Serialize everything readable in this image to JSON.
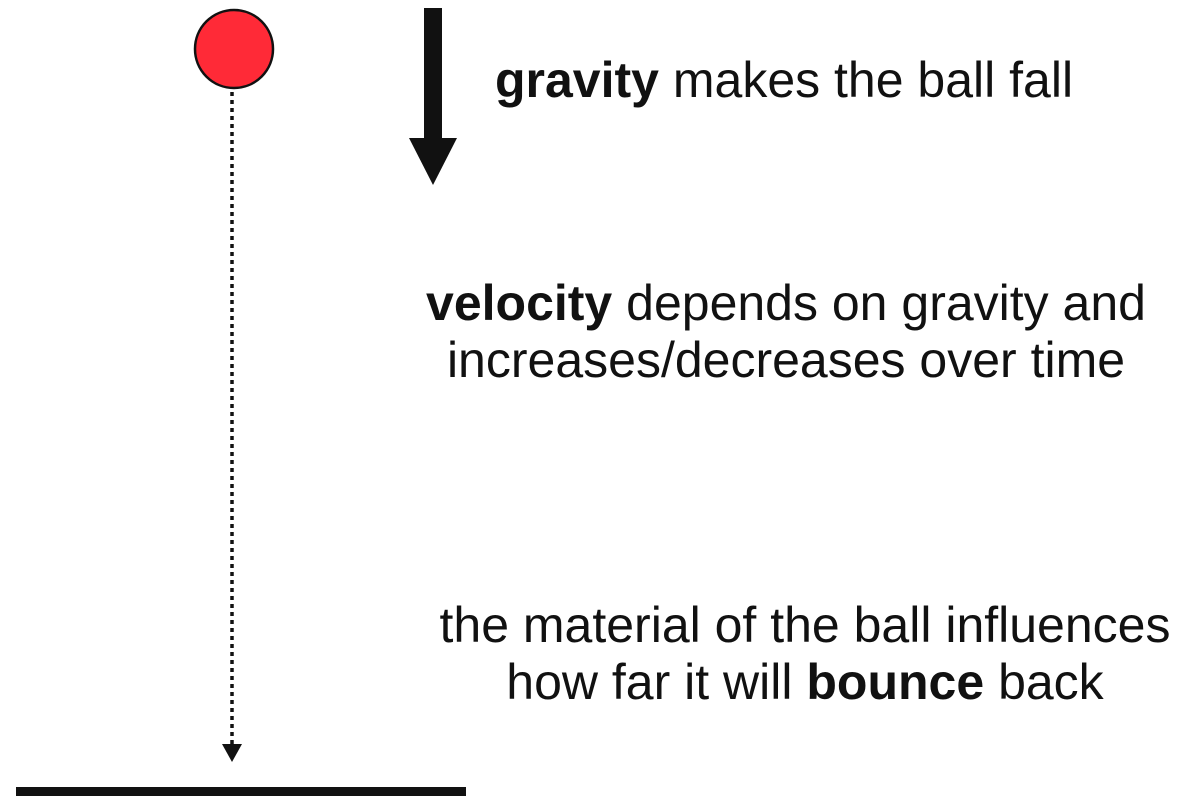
{
  "colors": {
    "ball_fill": "#ff2a37",
    "ink": "#111111",
    "background": "#ffffff"
  },
  "captions": {
    "gravity": {
      "bold": "gravity",
      "rest": " makes the ball fall"
    },
    "velocity": {
      "bold": "velocity",
      "line1_rest": " depends on gravity and",
      "line2": "increases/decreases over time"
    },
    "bounce": {
      "line1": "the material of the ball influences",
      "line2_before": "how far it will ",
      "bold": "bounce",
      "line2_after": " back"
    }
  }
}
